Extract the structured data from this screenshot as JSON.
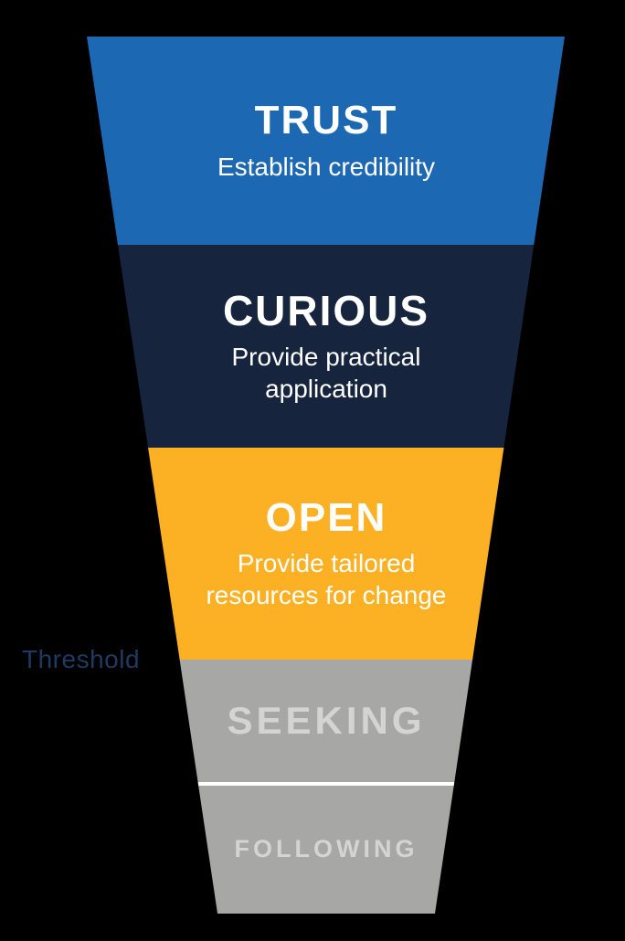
{
  "background_color": "#000000",
  "funnel": {
    "stages": [
      {
        "title": "TRUST",
        "subtitle": "Establish credibility",
        "color": "#1d68b2",
        "text_color": "#ffffff"
      },
      {
        "title": "CURIOUS",
        "subtitle": "Provide practical application",
        "color": "#16243e",
        "text_color": "#ffffff"
      },
      {
        "title": "OPEN",
        "subtitle": "Provide tailored resources for change",
        "color": "#fbb123",
        "text_color": "#ffffff"
      },
      {
        "title": "SEEKING",
        "subtitle": "",
        "color": "#a7a7a6",
        "text_color": "#d4d4d3"
      },
      {
        "title": "FOLLOWING",
        "subtitle": "",
        "color": "#a7a7a6",
        "text_color": "#d4d4d3"
      }
    ],
    "divider_color": "#ffffff"
  },
  "annotations": {
    "threshold_label": "Threshold",
    "threshold_color": "#1e3a61"
  }
}
